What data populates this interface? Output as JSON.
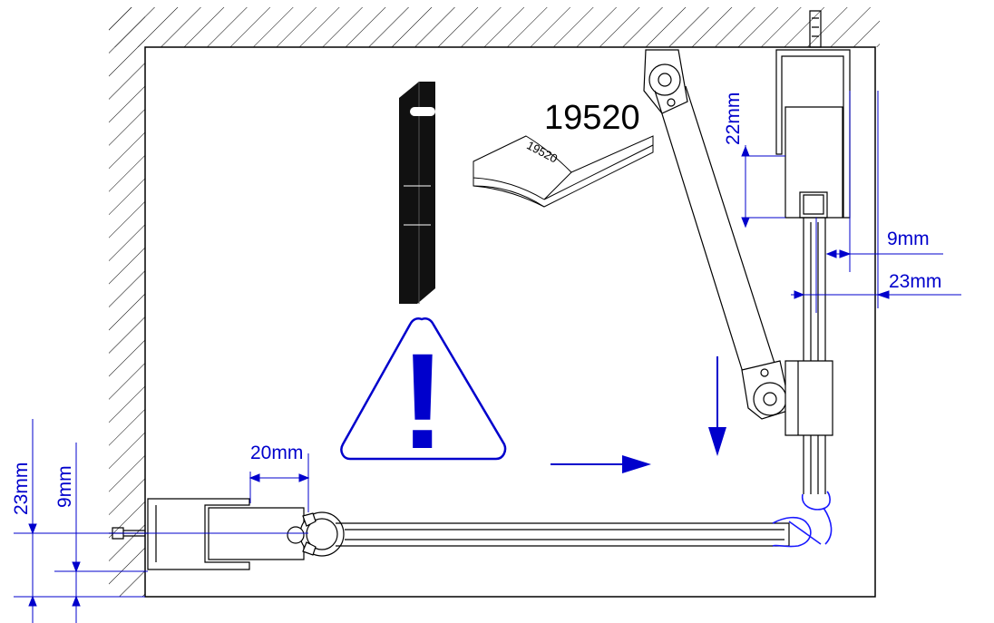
{
  "part_number": "19520",
  "booklet_label": "19520",
  "dimensions": {
    "top_right_vertical": "22mm",
    "right_small": "9mm",
    "right_large": "23mm",
    "bottom_top": "20mm",
    "left_large": "23mm",
    "left_small": "9mm"
  },
  "warning_symbol": "!",
  "colors": {
    "dimension": "#0000cc",
    "line": "#000000",
    "seal": "#1a1aff"
  },
  "icons": [
    "warning-triangle-icon",
    "instruction-booklet-icon",
    "arrow-right-icon",
    "arrow-down-icon"
  ]
}
